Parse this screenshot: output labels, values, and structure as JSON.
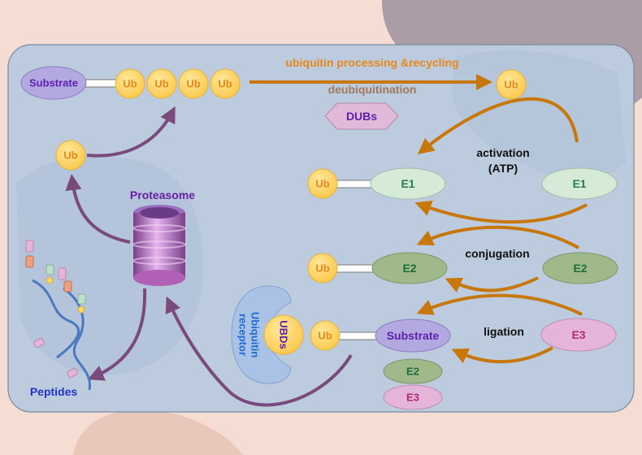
{
  "title_processing": "ubiquitin processing &recycling",
  "title_deubiquitination": "deubiquitination",
  "dubs_label": "DUBs",
  "ub_label": "Ub",
  "substrate_label": "Substrate",
  "proteasome_label": "Proteasome",
  "peptides_label": "Peptides",
  "step_activation": "activation",
  "step_activation_sub": "(ATP)",
  "step_conjugation": "conjugation",
  "step_ligation": "ligation",
  "e1_label": "E1",
  "e2_label": "E2",
  "e3_label": "E3",
  "ubds_label": "UBDs",
  "receptor_line1": "Ubiquitin",
  "receptor_line2": "receptor",
  "colors": {
    "ub_fill": "#ffd567",
    "ub_text": "#e8871a",
    "arrow_orange": "#c8770a",
    "arrow_purple": "#7a4a7c",
    "substrate_fill": "#b3a8e0",
    "substrate_text": "#5a1fb0",
    "e1_fill": "#d6ead8",
    "e1_text": "#2a7a4a",
    "e2_fill": "#9fb98a",
    "e2_text": "#1f6b3a",
    "e3_fill": "#e4b5d8",
    "e3_text": "#b0287a",
    "panel_fill": "#bccbde",
    "peptides_text": "#2233cc"
  }
}
